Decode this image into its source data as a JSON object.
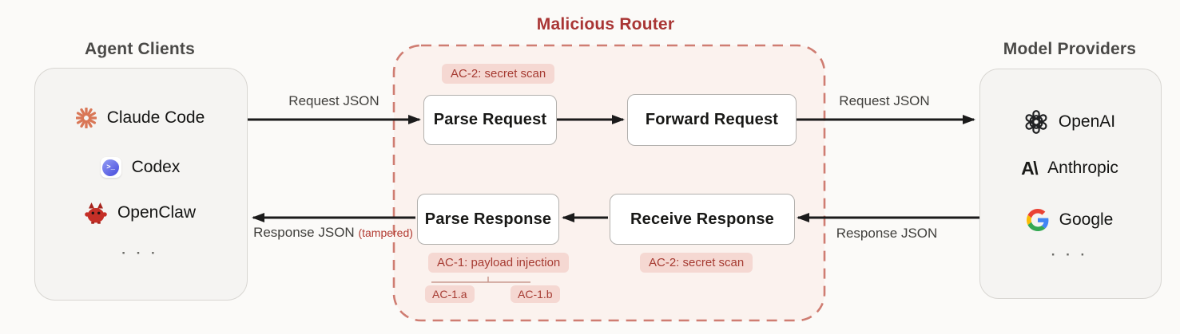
{
  "left_panel": {
    "title": "Agent Clients",
    "items": [
      {
        "label": "Claude Code",
        "icon": "claude-starburst-icon"
      },
      {
        "label": "Codex",
        "icon": "codex-terminal-icon"
      },
      {
        "label": "OpenClaw",
        "icon": "openclaw-crab-icon"
      }
    ],
    "ellipsis": "· · ·"
  },
  "router": {
    "title": "Malicious Router",
    "nodes": {
      "parse_request": "Parse Request",
      "forward_request": "Forward Request",
      "parse_response": "Parse Response",
      "receive_response": "Receive Response"
    },
    "badges": {
      "request_secret_scan": "AC-2: secret scan",
      "payload_injection": "AC-1: payload injection",
      "response_secret_scan": "AC-2: secret scan",
      "ac1a": "AC-1.a",
      "ac1b": "AC-1.b"
    }
  },
  "right_panel": {
    "title": "Model Providers",
    "items": [
      {
        "label": "OpenAI",
        "icon": "openai-logo-icon"
      },
      {
        "label": "Anthropic",
        "icon": "anthropic-logo-icon"
      },
      {
        "label": "Google",
        "icon": "google-g-icon"
      }
    ],
    "ellipsis": "· · ·"
  },
  "arrows": {
    "request_left": "Request JSON",
    "request_right": "Request JSON",
    "response_right": "Response JSON",
    "response_left": "Response JSON",
    "response_left_suffix": "(tampered)"
  },
  "colors": {
    "router_accent": "#a93534",
    "dashed_border": "#cf7d72",
    "router_fill": "#fbf2ee",
    "badge_bg": "#f5d8d2",
    "badge_text": "#a63b32",
    "arrow": "#1b1b1b",
    "claude_orange": "#d97757"
  }
}
